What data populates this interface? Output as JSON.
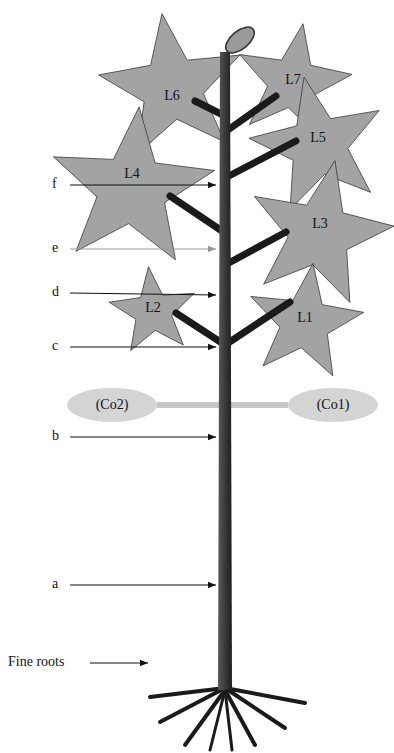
{
  "diagram": {
    "nodes": [
      {
        "text": [
          "L6"
        ]
      },
      {
        "text": [
          "L7"
        ]
      },
      {
        "text": [
          "L5"
        ]
      },
      {
        "text": [
          "L4"
        ]
      },
      {
        "text": [
          "L3"
        ]
      },
      {
        "text": [
          "L2"
        ]
      },
      {
        "text": [
          "L1"
        ]
      },
      {
        "text": [
          "(Co2)"
        ]
      },
      {
        "text": [
          "(Co1)"
        ]
      }
    ],
    "edges": [
      {
        "from": 7,
        "to": 8,
        "arrow": "none"
      }
    ],
    "labels": [
      "f",
      "e",
      "d",
      "c",
      "b",
      "a",
      "Fine roots"
    ]
  }
}
